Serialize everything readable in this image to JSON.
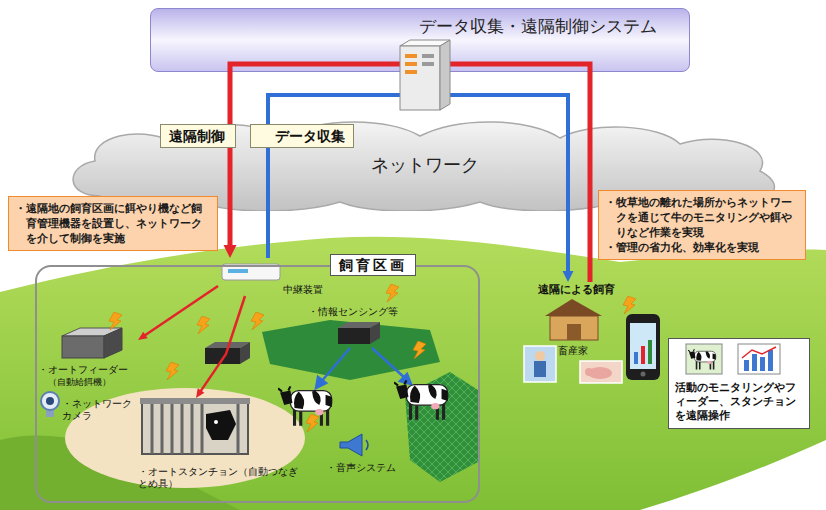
{
  "diagram": {
    "nodes": [
      {
        "text": [
          "データ収集・遠隔制御システム"
        ]
      },
      {
        "text": [
          "ネットワーク"
        ]
      },
      {
        "text": [
          "・遠隔地の飼育区画に餌やり機など飼育管理機器を設置し、ネットワークを介して制御を実施"
        ]
      },
      {
        "text": [
          "・牧草地の離れた場所からネットワークを通じて牛のモニタリングや餌やりなど作業を実現",
          "・管理の省力化、効率化を実現"
        ]
      },
      {
        "text": [
          "飼育区画"
        ]
      },
      {
        "text": [
          "中継装置"
        ],
        "in": 4
      },
      {
        "text": [
          "・情報センシング等"
        ],
        "in": 4
      },
      {
        "text": [
          "・オートフィーダー",
          "（自動給餌機）"
        ],
        "in": 4
      },
      {
        "text": [
          "・ネットワークカメラ"
        ],
        "in": 4
      },
      {
        "text": [
          "・オートスタンチョン（自動つなぎとめ具）"
        ],
        "in": 4
      },
      {
        "text": [
          "・音声システム"
        ],
        "in": 4
      },
      {
        "text": [
          "遠隔による飼育"
        ]
      },
      {
        "text": [
          "畜産家"
        ]
      },
      {
        "text": [
          "活動のモニタリングやフィーダー、スタンチョンを遠隔操作"
        ]
      }
    ],
    "edges": [
      {
        "from": 0,
        "to": 5,
        "label": "遠隔制御",
        "arrow": "to"
      },
      {
        "from": 5,
        "to": 0,
        "label": "データ収集",
        "arrow": "none"
      },
      {
        "from": 5,
        "to": 7,
        "arrow": "to"
      },
      {
        "from": 5,
        "to": 9,
        "arrow": "to"
      },
      {
        "from": 0,
        "to": 11,
        "arrow": "to"
      },
      {
        "from": 11,
        "to": 0,
        "arrow": "none"
      }
    ]
  }
}
